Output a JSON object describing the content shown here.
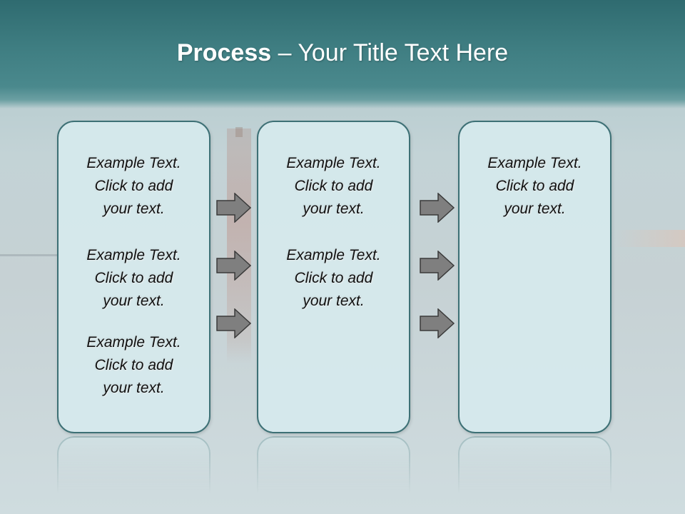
{
  "slide": {
    "title_bold": "Process",
    "title_rest": " – Your Title Text Here"
  },
  "columns": [
    {
      "items": [
        "Example Text.\nClick  to add\nyour text.",
        "Example Text.\nClick  to add\nyour text.",
        "Example Text.\nClick  to add\nyour text."
      ]
    },
    {
      "items": [
        "Example Text.\nClick  to add\nyour text.",
        "Example Text.\nClick  to add\nyour text."
      ]
    },
    {
      "items": [
        "Example Text.\nClick  to add\nyour text."
      ]
    }
  ],
  "colors": {
    "header": "#3f7e82",
    "box_fill": "#d6eaed",
    "box_border": "#3d7075",
    "arrow_fill": "#7f7f7f",
    "arrow_stroke": "#3a3a3a"
  }
}
